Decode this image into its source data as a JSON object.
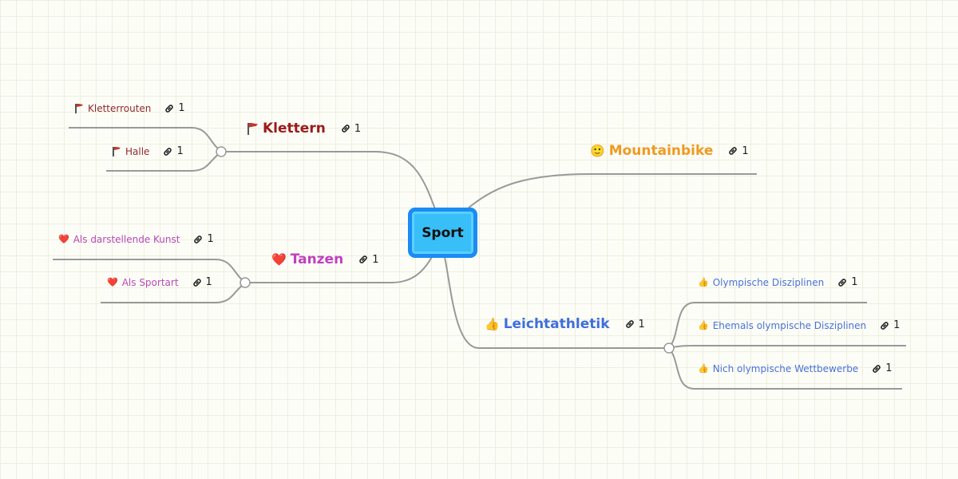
{
  "root": {
    "label": "Sport"
  },
  "link_icon": "link-icon",
  "branches": {
    "klettern": {
      "label": "Klettern",
      "icon": "flag-icon",
      "color": "#9b1b1b",
      "link_count": "1",
      "children": [
        {
          "label": "Kletterrouten",
          "icon": "flag-icon",
          "link_count": "1"
        },
        {
          "label": "Halle",
          "icon": "flag-icon",
          "link_count": "1"
        }
      ]
    },
    "tanzen": {
      "label": "Tanzen",
      "icon": "heart-icon",
      "icon_glyph": "❤️",
      "color": "#c040c0",
      "link_count": "1",
      "children": [
        {
          "label": "Als darstellende Kunst",
          "icon": "heart-icon",
          "icon_glyph": "❤️",
          "link_count": "1"
        },
        {
          "label": "Als Sportart",
          "icon": "heart-icon",
          "icon_glyph": "❤️",
          "link_count": "1"
        }
      ]
    },
    "mountainbike": {
      "label": "Mountainbike",
      "icon": "smiley-icon",
      "icon_glyph": "🙂",
      "color": "#ef9a1f",
      "link_count": "1"
    },
    "leichtathletik": {
      "label": "Leichtathletik",
      "icon": "thumbs-up-icon",
      "icon_glyph": "👍",
      "color": "#3d6fdc",
      "link_count": "1",
      "children": [
        {
          "label": "Olympische Disziplinen",
          "icon": "thumbs-up-icon",
          "icon_glyph": "👍",
          "link_count": "1"
        },
        {
          "label": "Ehemals olympische Disziplinen",
          "icon": "thumbs-up-icon",
          "icon_glyph": "👍",
          "link_count": "1"
        },
        {
          "label": "Nich olympische Wettbewerbe",
          "icon": "thumbs-up-icon",
          "icon_glyph": "👍",
          "link_count": "1"
        }
      ]
    }
  }
}
